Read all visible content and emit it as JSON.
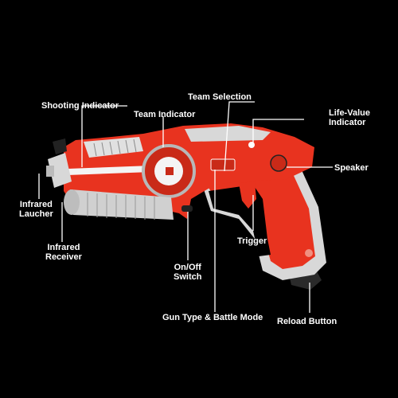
{
  "product": {
    "name": "laser tag blaster",
    "body_color": "#e8331f",
    "trim_color": "#d8d8d8",
    "background": "#000000"
  },
  "labels": {
    "shooting_indicator": "Shooting Indicator",
    "team_indicator": "Team Indicator",
    "team_selection": "Team Selection",
    "life_value_indicator_line1": "Life-Value",
    "life_value_indicator_line2": "Indicator",
    "speaker": "Speaker",
    "infrared_launcher_line1": "Infrared",
    "infrared_launcher_line2": "Laucher",
    "infrared_receiver_line1": "Infrared",
    "infrared_receiver_line2": "Receiver",
    "trigger": "Trigger",
    "on_off_switch_line1": "On/Off",
    "on_off_switch_line2": "Switch",
    "gun_type_battle_mode": "Gun Type & Battle Mode",
    "reload_button": "Reload Button"
  }
}
